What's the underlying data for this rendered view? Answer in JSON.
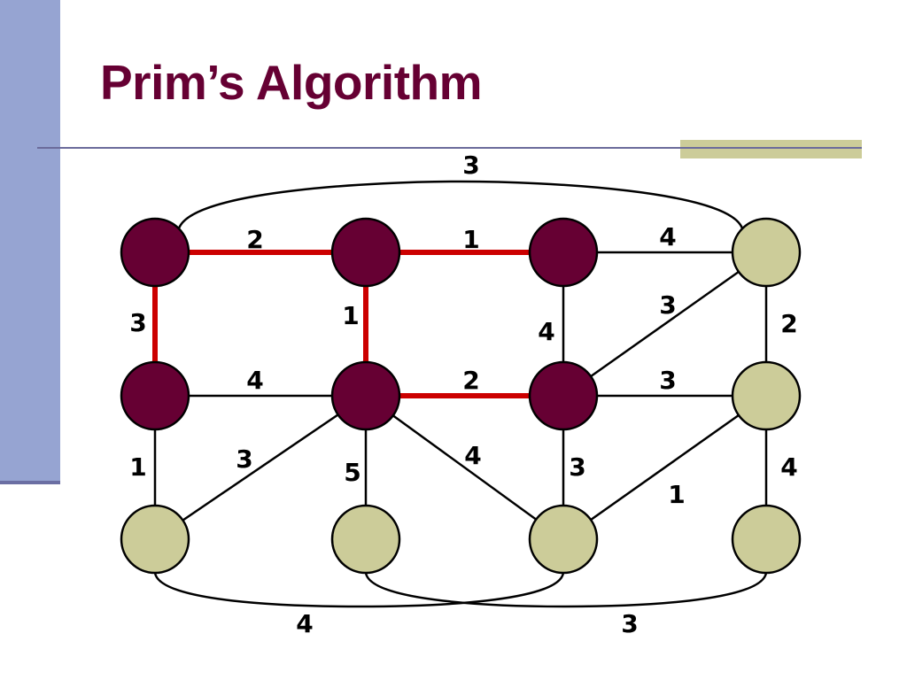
{
  "slide": {
    "title": "Prim’s Algorithm"
  },
  "colors": {
    "title": "#660033",
    "visited_node": "#660033",
    "unvisited_node": "#cccc99",
    "mst_edge": "#cc0000",
    "edge": "#000000",
    "left_bar": "#96a4d2",
    "accent_bar": "#cccc99",
    "rule": "#6b6b9b"
  },
  "graph": {
    "nodes": [
      {
        "id": "n00",
        "col": 0,
        "row": 0,
        "visited": true
      },
      {
        "id": "n10",
        "col": 1,
        "row": 0,
        "visited": true
      },
      {
        "id": "n20",
        "col": 2,
        "row": 0,
        "visited": true
      },
      {
        "id": "n30",
        "col": 3,
        "row": 0,
        "visited": false
      },
      {
        "id": "n01",
        "col": 0,
        "row": 1,
        "visited": true
      },
      {
        "id": "n11",
        "col": 1,
        "row": 1,
        "visited": true
      },
      {
        "id": "n21",
        "col": 2,
        "row": 1,
        "visited": true
      },
      {
        "id": "n31",
        "col": 3,
        "row": 1,
        "visited": false
      },
      {
        "id": "n02",
        "col": 0,
        "row": 2,
        "visited": false
      },
      {
        "id": "n12",
        "col": 1,
        "row": 2,
        "visited": false
      },
      {
        "id": "n22",
        "col": 2,
        "row": 2,
        "visited": false
      },
      {
        "id": "n32",
        "col": 3,
        "row": 2,
        "visited": false
      }
    ],
    "edges": [
      {
        "from": "n00",
        "to": "n30",
        "weight": "3",
        "mst": false,
        "curve": "top"
      },
      {
        "from": "n00",
        "to": "n10",
        "weight": "2",
        "mst": true
      },
      {
        "from": "n10",
        "to": "n20",
        "weight": "1",
        "mst": true
      },
      {
        "from": "n20",
        "to": "n30",
        "weight": "4",
        "mst": false
      },
      {
        "from": "n00",
        "to": "n01",
        "weight": "3",
        "mst": true
      },
      {
        "from": "n10",
        "to": "n11",
        "weight": "1",
        "mst": true
      },
      {
        "from": "n20",
        "to": "n21",
        "weight": "4",
        "mst": false
      },
      {
        "from": "n30",
        "to": "n31",
        "weight": "2",
        "mst": false
      },
      {
        "from": "n21",
        "to": "n30",
        "weight": "3",
        "mst": false
      },
      {
        "from": "n01",
        "to": "n11",
        "weight": "4",
        "mst": false
      },
      {
        "from": "n11",
        "to": "n21",
        "weight": "2",
        "mst": true
      },
      {
        "from": "n21",
        "to": "n31",
        "weight": "3",
        "mst": false
      },
      {
        "from": "n01",
        "to": "n02",
        "weight": "1",
        "mst": false
      },
      {
        "from": "n11",
        "to": "n02",
        "weight": "3",
        "mst": false
      },
      {
        "from": "n11",
        "to": "n12",
        "weight": "5",
        "mst": false
      },
      {
        "from": "n11",
        "to": "n22",
        "weight": "4",
        "mst": false
      },
      {
        "from": "n21",
        "to": "n22",
        "weight": "3",
        "mst": false
      },
      {
        "from": "n31",
        "to": "n22",
        "weight": "1",
        "mst": false
      },
      {
        "from": "n31",
        "to": "n32",
        "weight": "4",
        "mst": false
      },
      {
        "from": "n02",
        "to": "n22",
        "weight": "4",
        "mst": false,
        "curve": "bottom"
      },
      {
        "from": "n12",
        "to": "n32",
        "weight": "3",
        "mst": false,
        "curve": "bottom"
      }
    ]
  }
}
